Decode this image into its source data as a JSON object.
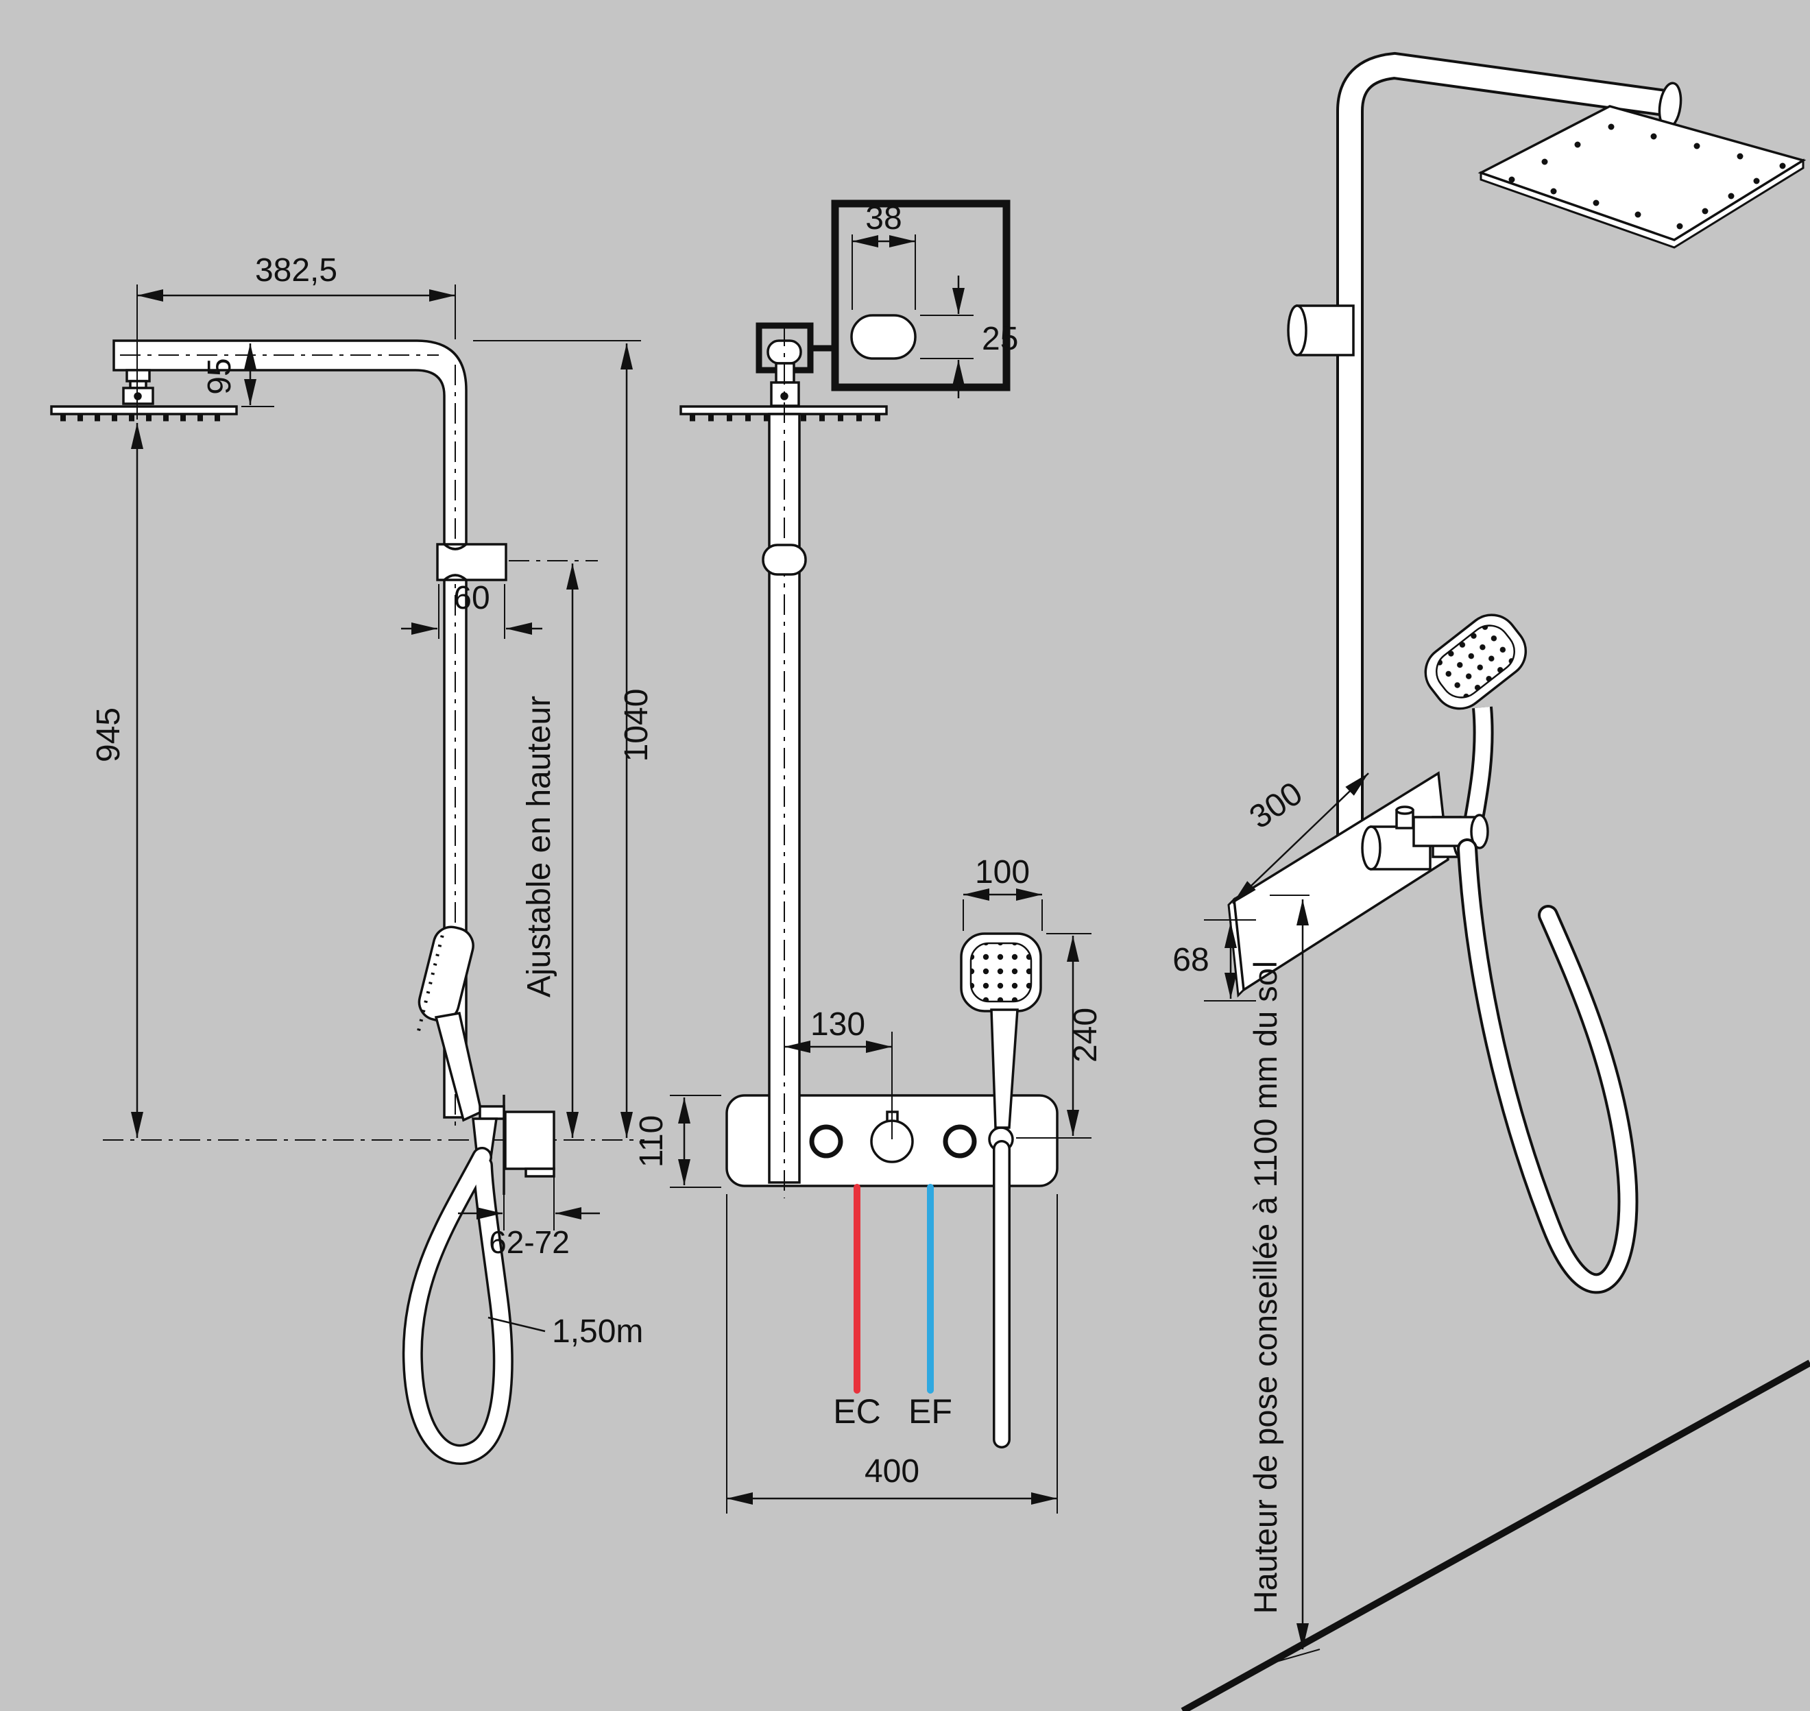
{
  "colors": {
    "background": "#c5c5c5",
    "ink": "#111111",
    "fill_white": "#ffffff",
    "hot_water_red": "#e8323c",
    "cold_water_blue": "#2fa8e0"
  },
  "side_view": {
    "arm_length": "382,5",
    "head_drop": "95",
    "slider_width": "60",
    "head_to_valve": "945",
    "adjustable_label": "Ajustable en hauteur",
    "total_height": "1040",
    "valve_depth_range": "62-72",
    "hose_length": "1,50m"
  },
  "front_view": {
    "column_offset": "130",
    "handshower_width": "100",
    "handshower_height": "240",
    "panel_height": "110",
    "panel_width": "400",
    "hot_inlet": "EC",
    "cold_inlet": "EF"
  },
  "detail_inset": {
    "pipe_width": "38",
    "pipe_depth": "25"
  },
  "perspective_view": {
    "panel_width": "300",
    "panel_edge_height": "68",
    "install_note": "Hauteur de pose conseillée à 1100 mm du sol"
  }
}
